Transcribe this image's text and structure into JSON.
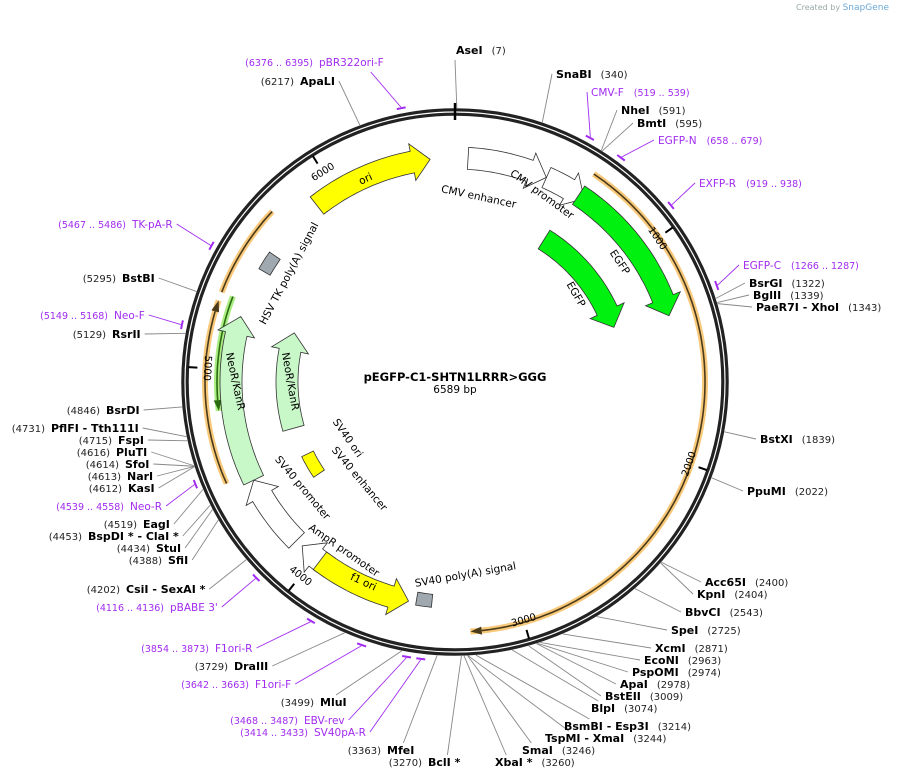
{
  "credit": {
    "prefix": "Created by",
    "brand": "SnapGene"
  },
  "plasmid": {
    "name": "pEGFP-C1-SHTN1LRRR>GGG",
    "length_label": "6589 bp",
    "length": 6589
  },
  "ticks": [
    "1000",
    "2000",
    "3000",
    "4000",
    "5000",
    "6000"
  ],
  "colors": {
    "primer": "#a12bf0",
    "orf": "#f5b74e",
    "green": "#00f010",
    "light_green": "#c8f7c8",
    "yellow": "#ffff00",
    "grey": "#a0a8b0"
  },
  "features": [
    {
      "label": "ori",
      "start": 5893,
      "end": 6472,
      "dir": "cw",
      "shape": "arrow",
      "ring": "outer",
      "color": "#ffff00"
    },
    {
      "label": "CMV enhancer",
      "start": 61,
      "end": 440,
      "dir": "cw",
      "shape": "arrow",
      "ring": "outer",
      "color": "#ffffff"
    },
    {
      "label": "CMV promoter",
      "start": 441,
      "end": 644,
      "dir": "cw",
      "shape": "arrow",
      "ring": "outer",
      "color": "#ffffff"
    },
    {
      "label": "EGFP",
      "start": 613,
      "end": 1332,
      "dir": "cw",
      "shape": "arrow",
      "ring": "outer",
      "color": "#00f010"
    },
    {
      "label": "EGFP",
      "start": 586,
      "end": 1300,
      "dir": "cw",
      "shape": "arrow",
      "ring": "inner",
      "color": "#00f010"
    },
    {
      "label": "HSV TK poly(A) signal",
      "start": 5491,
      "end": 5583,
      "dir": "none",
      "shape": "box",
      "ring": "outer",
      "color": "#a0a8b0"
    },
    {
      "label": "NeoR/KanR",
      "start": 4466,
      "end": 5253,
      "dir": "cw",
      "shape": "arrow",
      "ring": "outer",
      "color": "#c8f7c8"
    },
    {
      "label": "NeoR/KanR",
      "start": 4649,
      "end": 5253,
      "dir": "cw",
      "shape": "arrow",
      "ring": "inner",
      "color": "#c8f7c8"
    },
    {
      "label": "SV40 ori",
      "start": 4320,
      "end": 4466,
      "dir": "none",
      "shape": "box",
      "ring": "inner",
      "color": "#ffff00"
    },
    {
      "label": "SV40 enhancer",
      "start": 4320,
      "end": 4320,
      "dir": "none",
      "shape": "label",
      "ring": "inner",
      "color": ""
    },
    {
      "label": "SV40 promoter",
      "start": 4118,
      "end": 4466,
      "dir": "cw",
      "shape": "arrow",
      "ring": "outer",
      "color": "#ffffff"
    },
    {
      "label": "AmpR promoter",
      "start": 3918,
      "end": 4082,
      "dir": "cw",
      "shape": "arrow",
      "ring": "outer",
      "color": "#ffffff"
    },
    {
      "label": "f1 ori",
      "start": 3973,
      "end": 3514,
      "dir": "ccw",
      "shape": "arrow",
      "ring": "outer",
      "color": "#ffff00"
    },
    {
      "label": "SV40 poly(A) signal",
      "start": 3404,
      "end": 3478,
      "dir": "none",
      "shape": "box",
      "ring": "outer",
      "color": "#a0a8b0"
    }
  ],
  "orfs": [
    {
      "start": 617,
      "end": 3230,
      "dir": "cw",
      "arrow": true,
      "color": "#f5b74e"
    },
    {
      "start": 4503,
      "end": 5290,
      "dir": "cw",
      "arrow": true,
      "color": "#f5b74e"
    },
    {
      "start": 5327,
      "end": 5729,
      "dir": "cw",
      "arrow": false,
      "color": "#f5b74e"
    },
    {
      "start": 5327,
      "end": 4814,
      "dir": "ccw",
      "arrow": true,
      "color": "#8ee85a"
    }
  ],
  "sites": [
    {
      "name": "AseI",
      "pos": "7",
      "bp": 7
    },
    {
      "name": "SnaBI",
      "pos": "340",
      "bp": 340
    },
    {
      "name": "NheI",
      "pos": "591",
      "bp": 591
    },
    {
      "name": "BmtI",
      "pos": "595",
      "bp": 595
    },
    {
      "name": "BsrGI",
      "pos": "1322",
      "bp": 1322
    },
    {
      "name": "BglII",
      "pos": "1339",
      "bp": 1339
    },
    {
      "name": "PaeR7I  - XhoI",
      "pos": "1343",
      "bp": 1343
    },
    {
      "name": "BstXI",
      "pos": "1839",
      "bp": 1839
    },
    {
      "name": "PpuMI",
      "pos": "2022",
      "bp": 2022
    },
    {
      "name": "Acc65I",
      "pos": "2400",
      "bp": 2400
    },
    {
      "name": "KpnI",
      "pos": "2404",
      "bp": 2404
    },
    {
      "name": "BbvCI",
      "pos": "2543",
      "bp": 2543
    },
    {
      "name": "SpeI",
      "pos": "2725",
      "bp": 2725
    },
    {
      "name": "XcmI",
      "pos": "2871",
      "bp": 2871
    },
    {
      "name": "EcoNI",
      "pos": "2963",
      "bp": 2963
    },
    {
      "name": "PspOMI",
      "pos": "2974",
      "bp": 2974
    },
    {
      "name": "ApaI",
      "pos": "2978",
      "bp": 2978
    },
    {
      "name": "BstEII",
      "pos": "3009",
      "bp": 3009
    },
    {
      "name": "BlpI",
      "pos": "3074",
      "bp": 3074
    },
    {
      "name": "BsmBI   - Esp3I",
      "pos": "3214",
      "bp": 3214
    },
    {
      "name": "TspMI   - XmaI",
      "pos": "3244",
      "bp": 3244
    },
    {
      "name": "SmaI",
      "pos": "3246",
      "bp": 3246
    },
    {
      "name": "XbaI *",
      "pos": "3260",
      "bp": 3260
    },
    {
      "name": "BclI *",
      "pos": "3270",
      "bp": 3270
    },
    {
      "name": "MfeI",
      "pos": "3363",
      "bp": 3363
    },
    {
      "name": "MluI",
      "pos": "3499",
      "bp": 3499
    },
    {
      "name": "DraIII",
      "pos": "3729",
      "bp": 3729
    },
    {
      "name": "CsiI  - SexAI *",
      "pos": "4202",
      "bp": 4202
    },
    {
      "name": "SfiI",
      "pos": "4388",
      "bp": 4388
    },
    {
      "name": "StuI",
      "pos": "4434",
      "bp": 4434
    },
    {
      "name": "BspDI * - ClaI *",
      "pos": "4453",
      "bp": 4453
    },
    {
      "name": "EagI",
      "pos": "4519",
      "bp": 4519
    },
    {
      "name": "KasI",
      "pos": "4612",
      "bp": 4612
    },
    {
      "name": "NarI",
      "pos": "4613",
      "bp": 4613
    },
    {
      "name": "SfoI",
      "pos": "4614",
      "bp": 4614
    },
    {
      "name": "PluTI",
      "pos": "4616",
      "bp": 4616
    },
    {
      "name": "FspI",
      "pos": "4715",
      "bp": 4715
    },
    {
      "name": "PflFI   - Tth111I",
      "pos": "4731",
      "bp": 4731
    },
    {
      "name": "BsrDI",
      "pos": "4846",
      "bp": 4846
    },
    {
      "name": "RsrII",
      "pos": "5129",
      "bp": 5129
    },
    {
      "name": "BstBI",
      "pos": "5295",
      "bp": 5295
    },
    {
      "name": "ApaLI",
      "pos": "6217",
      "bp": 6217
    }
  ],
  "primers": [
    {
      "name": "pBR322ori-F",
      "range": "(6376 .. 6395)",
      "start": 6376,
      "end": 6395
    },
    {
      "name": "CMV-F",
      "range": "(519 .. 539)",
      "start": 519,
      "end": 539
    },
    {
      "name": "EGFP-N",
      "range": "(658 .. 679)",
      "start": 658,
      "end": 679
    },
    {
      "name": "EXFP-R",
      "range": "(919 .. 938)",
      "start": 919,
      "end": 938
    },
    {
      "name": "EGFP-C",
      "range": "(1266 .. 1287)",
      "start": 1266,
      "end": 1287
    },
    {
      "name": "TK-pA-R",
      "range": "(5467 .. 5486)",
      "start": 5467,
      "end": 5486
    },
    {
      "name": "Neo-F",
      "range": "(5149 .. 5168)",
      "start": 5149,
      "end": 5168
    },
    {
      "name": "Neo-R",
      "range": "(4539 .. 4558)",
      "start": 4539,
      "end": 4558
    },
    {
      "name": "pBABE 3'",
      "range": "(4116 .. 4136)",
      "start": 4116,
      "end": 4136
    },
    {
      "name": "F1ori-R",
      "range": "(3854 .. 3873)",
      "start": 3854,
      "end": 3873
    },
    {
      "name": "F1ori-F",
      "range": "(3642 .. 3663)",
      "start": 3642,
      "end": 3663
    },
    {
      "name": "EBV-rev",
      "range": "(3468 .. 3487)",
      "start": 3468,
      "end": 3487
    },
    {
      "name": "SV40pA-R",
      "range": "(3414 .. 3433)",
      "start": 3414,
      "end": 3433
    }
  ]
}
